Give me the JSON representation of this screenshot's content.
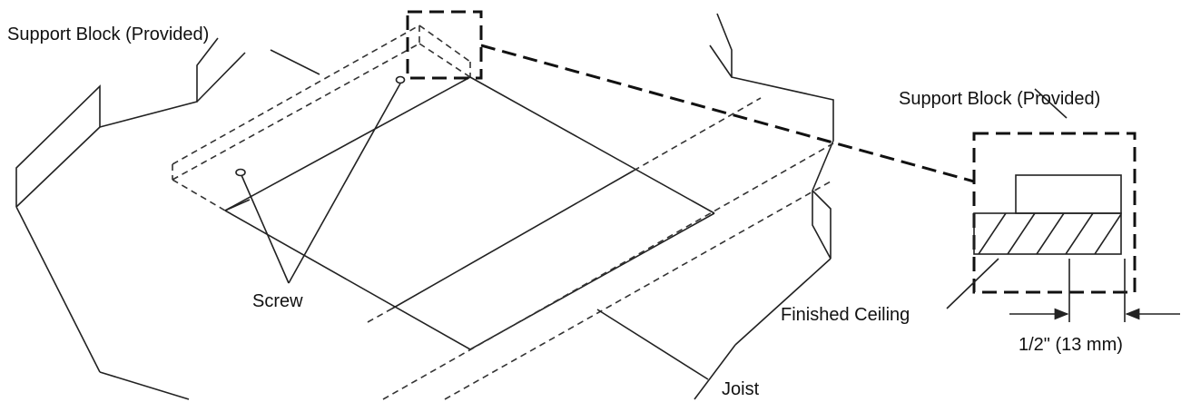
{
  "labels": {
    "support_block_left": "Support Block (Provided)",
    "screw": "Screw",
    "support_block_detail": "Support Block (Provided)",
    "finished_ceiling": "Finished Ceiling",
    "dimension": "1/2\" (13 mm)",
    "joist": "Joist"
  }
}
